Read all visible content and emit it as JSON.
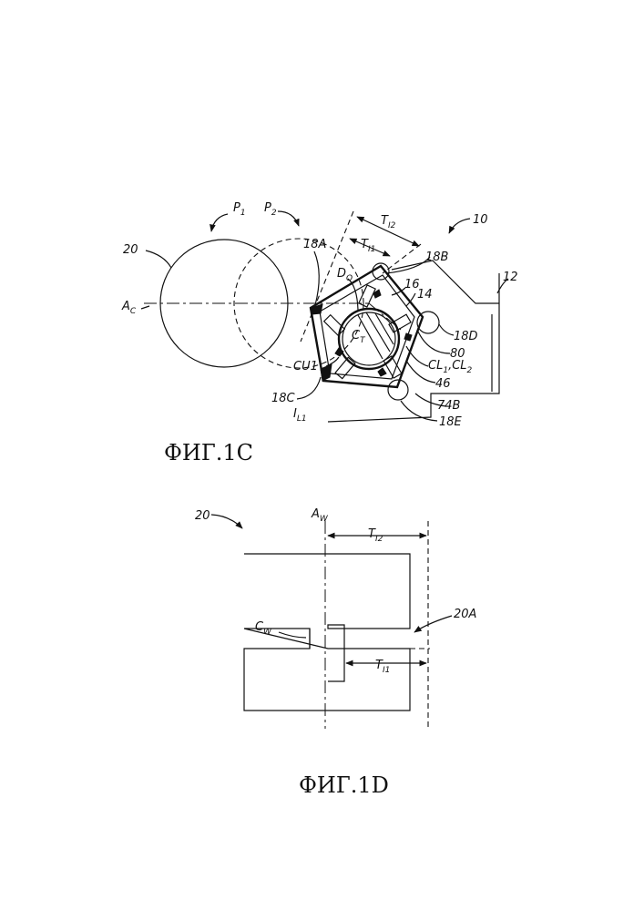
{
  "figure_1c": {
    "caption": "ФИГ.1С",
    "labels": {
      "ref_20": "20",
      "p1": "P",
      "p1_sub": "1",
      "p2": "P",
      "p2_sub": "2",
      "t_i2": "T",
      "t_i2_sub": "I2",
      "t_i1": "T",
      "t_i1_sub": "I1",
      "ref_10": "10",
      "ref_18a": "18A",
      "ref_18b": "18B",
      "ref_12": "12",
      "d_o": "D",
      "d_o_sub": "O",
      "ref_16": "16",
      "ref_14": "14",
      "a_c": "A",
      "a_c_sub": "C",
      "c_t": "C",
      "c_t_sub": "T",
      "ref_18d": "18D",
      "ref_80": "80",
      "cl": "CL",
      "cl_sub1": "1",
      "cl_sep": ",CL",
      "cl_sub2": "2",
      "ref_46": "46",
      "ref_cu1": "CU1",
      "ref_74b": "74B",
      "ref_18c": "18C",
      "i_l1": "I",
      "i_l1_sub": "L1",
      "ref_18e": "18E"
    }
  },
  "figure_1d": {
    "caption": "ФИГ.1D",
    "labels": {
      "ref_20": "20",
      "a_w": "A",
      "a_w_sub": "W",
      "t_i2": "T",
      "t_i2_sub": "I2",
      "c_w": "C",
      "c_w_sub": "W",
      "ref_20a": "20A",
      "t_i1": "T",
      "t_i1_sub": "I1"
    }
  }
}
